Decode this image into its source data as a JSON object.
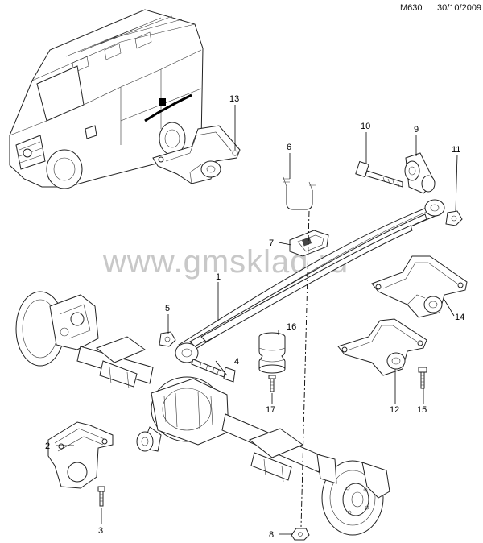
{
  "header": {
    "code": "M630",
    "date": "30/10/2009"
  },
  "watermark": "www.gmsklad.ru",
  "callouts": [
    {
      "id": "c1",
      "label": "1"
    },
    {
      "id": "c2",
      "label": "2"
    },
    {
      "id": "c3",
      "label": "3"
    },
    {
      "id": "c4",
      "label": "4"
    },
    {
      "id": "c5",
      "label": "5"
    },
    {
      "id": "c6",
      "label": "6"
    },
    {
      "id": "c7",
      "label": "7"
    },
    {
      "id": "c8",
      "label": "8"
    },
    {
      "id": "c9",
      "label": "9"
    },
    {
      "id": "c10",
      "label": "10"
    },
    {
      "id": "c11",
      "label": "11"
    },
    {
      "id": "c12",
      "label": "12"
    },
    {
      "id": "c13",
      "label": "13"
    },
    {
      "id": "c14",
      "label": "14"
    },
    {
      "id": "c15",
      "label": "15"
    },
    {
      "id": "c16",
      "label": "16"
    },
    {
      "id": "c17",
      "label": "17"
    }
  ]
}
